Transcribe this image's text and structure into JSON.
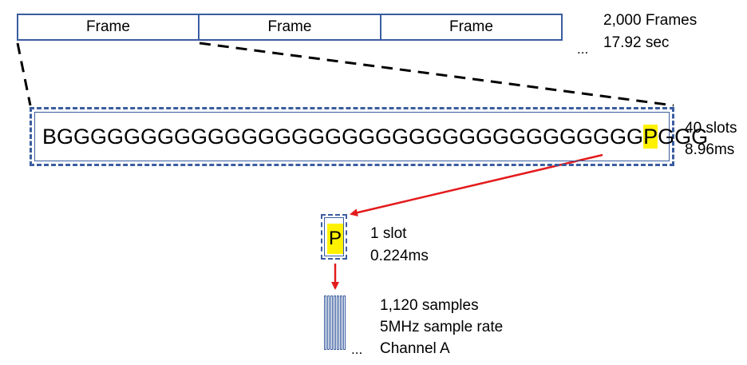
{
  "frames": {
    "labels": [
      "Frame",
      "Frame",
      "Frame"
    ],
    "ellipsis": "...",
    "count": "2,000 Frames",
    "duration": "17.92 sec"
  },
  "frame_detail": {
    "slot_prefix": "BGGGGGGGGGGGGGGGGGGGGGGGGGGGGGGGGGGG",
    "highlight_slot": "P",
    "slot_suffix": "GGG",
    "count": "40 slots",
    "duration": "8.96ms"
  },
  "slot_detail": {
    "letter": "P",
    "count": "1 slot",
    "duration": "0.224ms"
  },
  "samples": {
    "ellipsis": "...",
    "count": "1,120 samples",
    "rate": "5MHz sample rate",
    "channel": "Channel A"
  },
  "colors": {
    "box_border": "#3a5da0",
    "highlight": "#fff200",
    "arrow": "#e31a1c",
    "zoom_lines": "#000000"
  }
}
